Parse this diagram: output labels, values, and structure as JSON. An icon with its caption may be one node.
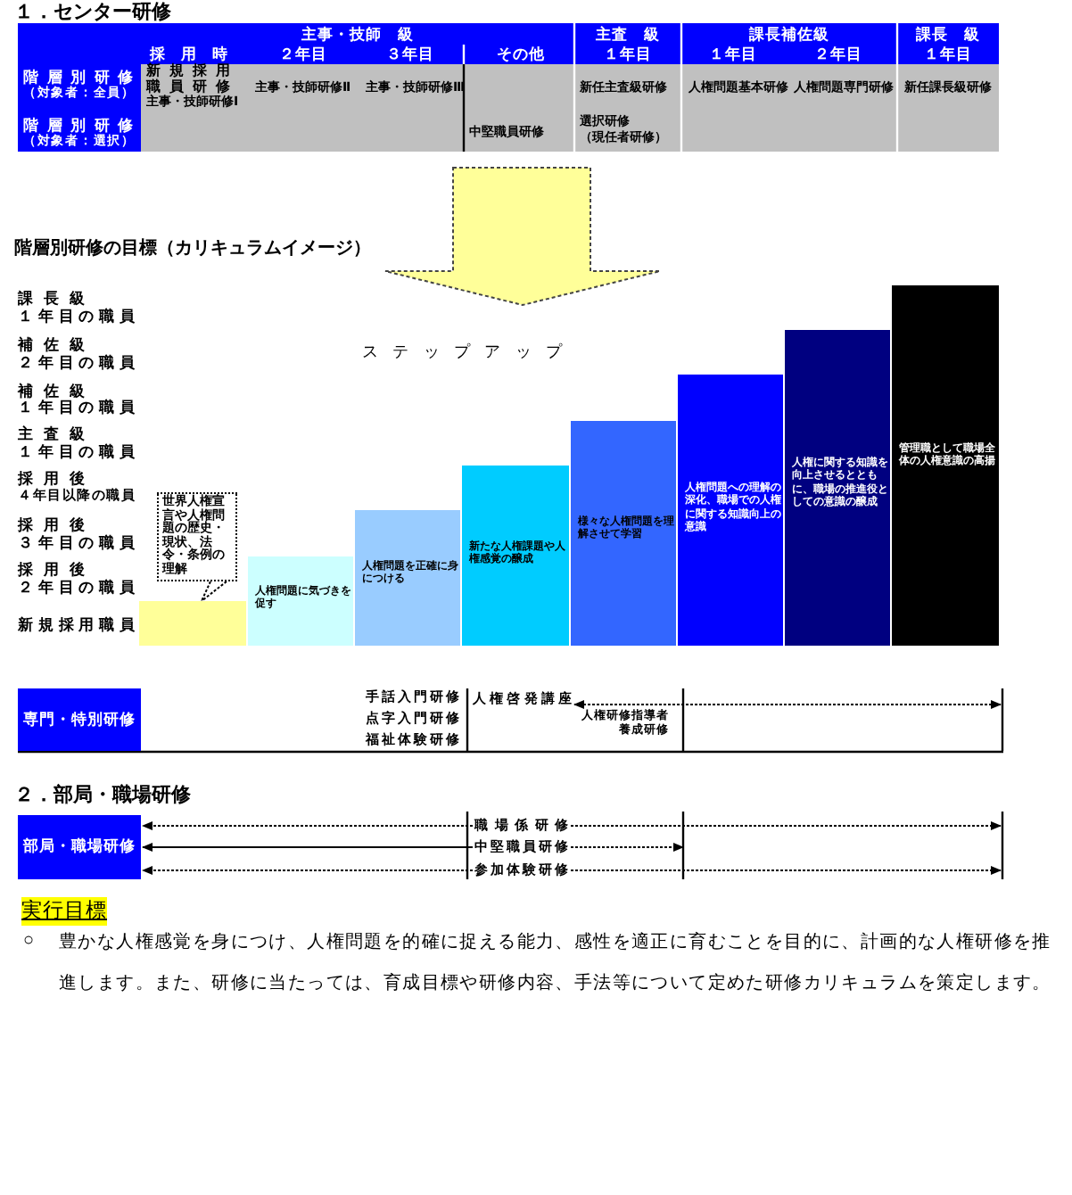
{
  "diagram": {
    "nodes": [
      {
        "text": [
          "世界人権宣言や人権問題の歴史・現状、法令・条例の理解"
        ]
      },
      {
        "text": [],
        "shape": "bar"
      },
      {
        "text": [
          "人権問題に気づきを促す"
        ]
      },
      {
        "text": [
          "人権問題を正確に身につける"
        ]
      },
      {
        "text": [
          "新たな人権課題や人権感覚の醸成"
        ]
      },
      {
        "text": [
          "様々な人権問題を理解させて学習"
        ]
      },
      {
        "text": [
          "人権問題への理解の深化、職場での人権に関する知識向上の意識"
        ]
      },
      {
        "text": [
          "人権に関する知識を向上させるとともに、職場の推進役としての意識の醸成"
        ]
      },
      {
        "text": [
          "管理職として職場全体の人権意識の高揚"
        ]
      },
      {
        "text": [
          "専門・特別研修"
        ]
      },
      {
        "text": [
          "人権啓発講座"
        ]
      },
      {
        "text": [
          "部局・職場研修"
        ]
      },
      {
        "text": [
          "職場係研修"
        ]
      },
      {
        "text": [
          "中堅職員研修"
        ]
      },
      {
        "text": [
          "参加体験研修"
        ]
      }
    ],
    "edges": [
      {
        "from": 0,
        "to": 1,
        "arrow": "none",
        "style": "dashed"
      },
      {
        "from": 10,
        "to": null,
        "arrow": "both",
        "style": "dashed"
      },
      {
        "from": 12,
        "to": 11,
        "arrow": "to",
        "style": "dashed"
      },
      {
        "from": 12,
        "to": null,
        "arrow": "to",
        "style": "dashed"
      },
      {
        "from": 13,
        "to": 11,
        "arrow": "to"
      },
      {
        "from": 13,
        "to": null,
        "arrow": "to",
        "style": "dashed"
      },
      {
        "from": 14,
        "to": 11,
        "arrow": "to",
        "style": "dashed"
      },
      {
        "from": 14,
        "to": null,
        "arrow": "to",
        "style": "dashed"
      }
    ],
    "labels": [
      "１．センター研修",
      "主事・技師　級",
      "主査　級",
      "課長補佐級",
      "課長　級",
      "採用時",
      "２年目",
      "３年目",
      "その他",
      "１年目",
      "１年目",
      "２年目",
      "１年目",
      "階層別研修",
      "（対象者：全員）",
      "新規採用職員研修",
      "主事・技師研修Ⅰ",
      "主事・技師研修Ⅱ",
      "主事・技師研修Ⅲ",
      "新任主査級研修",
      "人権問題基本研修",
      "人権問題専門研修",
      "新任課長級研修",
      "階層別研修",
      "（対象者：選択）",
      "中堅職員研修",
      "選択研修（現任者研修）",
      "階層別研修の目標（カリキュラムイメージ）",
      "課長級",
      "１年目の職員",
      "補佐級",
      "２年目の職員",
      "補佐級",
      "１年目の職員",
      "主査級",
      "１年目の職員",
      "採用後",
      "４年目以降の職員",
      "採用後",
      "３年目の職員",
      "採用後",
      "２年目の職員",
      "新規採用職員",
      "ステップアップ",
      "手話入門研修",
      "点字入門研修",
      "福祉体験研修",
      "人権研修指導者養成研修",
      "２．部局・職場研修",
      "実行目標",
      "○",
      "豊かな人権感覚を身につけ、人権問題を的確に捉える能力、感性を適正に育むことを目的に、計画的な人権研修を推進します。また、研修に当たっては、育成目標や研修内容、手法等について定めた研修カリキュラムを策定します。"
    ]
  }
}
